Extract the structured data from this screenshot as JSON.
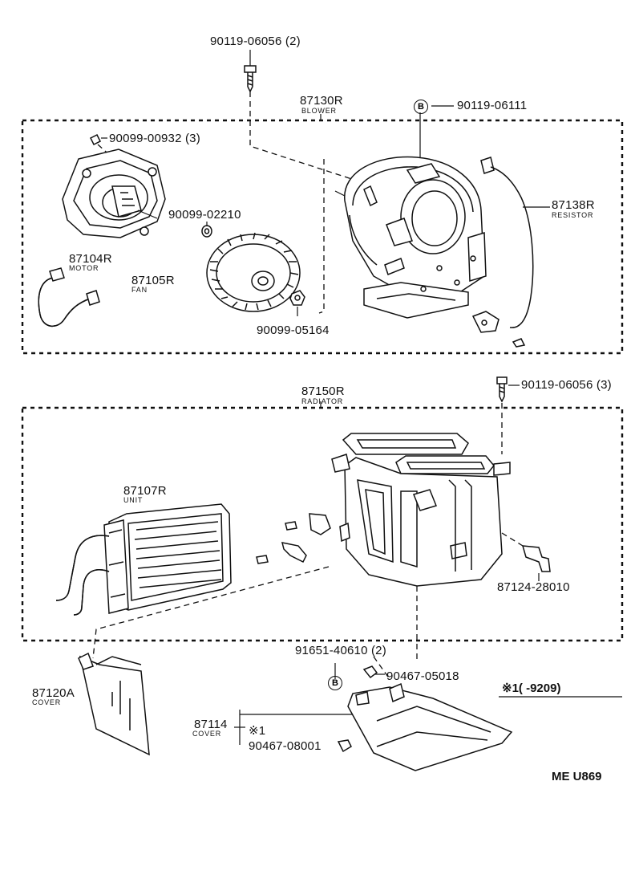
{
  "labels": {
    "bolt_top": "90119-06056 (2)",
    "blower_pn": "87130R",
    "blower_sub": "BLOWER",
    "b_top_code": "90119-06111",
    "screw_motor": "90099-00932 (3)",
    "resistor_pn": "87138R",
    "resistor_sub": "RESISTOR",
    "washer": "90099-02210",
    "motor_pn": "87104R",
    "motor_sub": "MOTOR",
    "fan_pn": "87105R",
    "fan_sub": "FAN",
    "nut": "90099-05164",
    "radiator_pn": "87150R",
    "radiator_sub": "RADIATOR",
    "bolt_right": "90119-06056 (3)",
    "unit_pn": "87107R",
    "unit_sub": "UNIT",
    "bracket": "87124-28010",
    "clip": "91651-40610 (2)",
    "screw_lower": "90467-05018",
    "cover_a_pn": "87120A",
    "cover_a_sub": "COVER",
    "cover_pn": "87114",
    "cover_sub": "COVER",
    "note_mark": "※1",
    "clip_cover": "90467-08001",
    "footnote": "※1(     -9209)",
    "ref_code": "ME U869"
  },
  "symbols": {
    "circle_b_top": "B",
    "circle_b_bottom": "B"
  }
}
